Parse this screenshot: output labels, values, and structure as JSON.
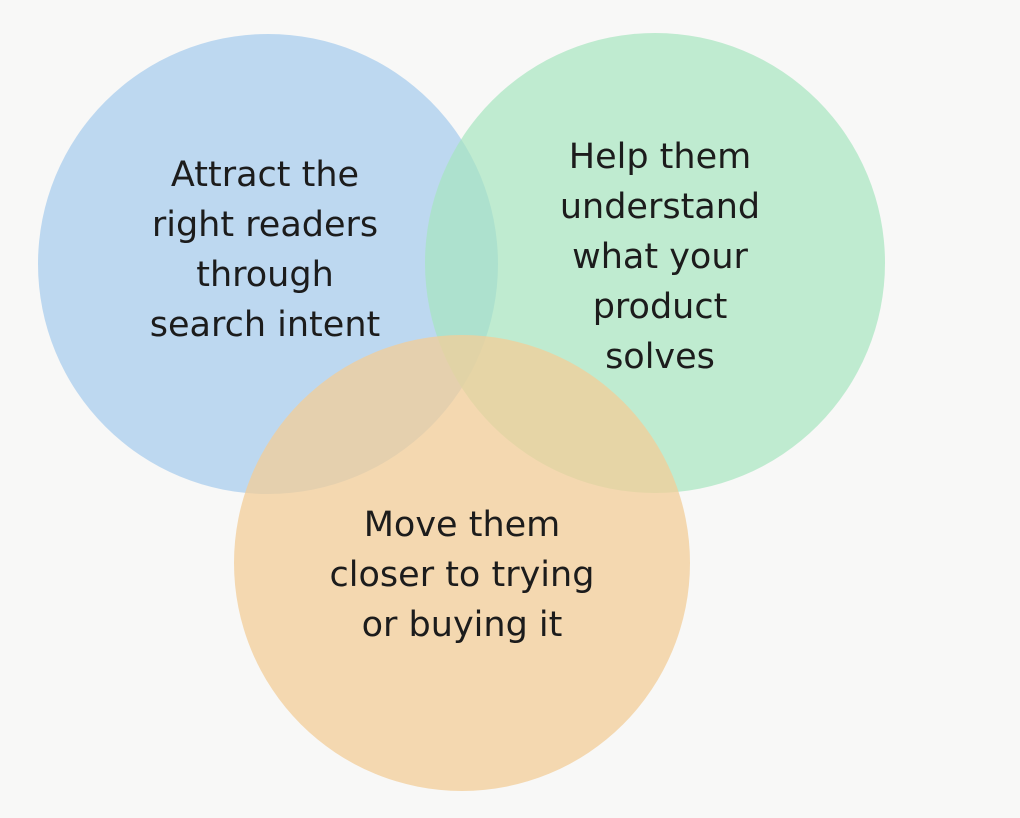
{
  "circles": [
    {
      "id": "attract",
      "text": "Attract the\nright readers\nthrough\nsearch intent",
      "color": "#a9cdee"
    },
    {
      "id": "understand",
      "text": "Help them\nunderstand\nwhat your\nproduct\nsolves",
      "color": "#a6e6bf"
    },
    {
      "id": "convert",
      "text": "Move them\ncloser to trying\nor buying it",
      "color": "#f3cd98"
    }
  ]
}
